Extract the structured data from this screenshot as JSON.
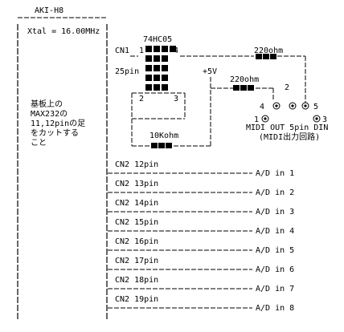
{
  "board": {
    "title": "AKI-H8",
    "xtal": "Xtal = 16.00MHz"
  },
  "ic": {
    "name": "74HC05",
    "pin1": "1",
    "pin4": "4",
    "pin2": "2",
    "pin3": "3"
  },
  "connector": {
    "cn1": "CN1",
    "pins25": "25pin"
  },
  "power": {
    "plus5v": "+5V"
  },
  "resistors": {
    "r220_top": "220ohm",
    "r220_mid": "220ohm",
    "r10k": "10Kohm"
  },
  "din": {
    "pin1": "1",
    "pin2": "2",
    "pin3": "3",
    "pin4": "4",
    "pin5": "5",
    "label": "MIDI OUT 5pin DIN",
    "label_jp": "(MIDI出力回路)"
  },
  "note_lines": [
    "基板上の",
    "MAX232の",
    "11,12pinの足",
    "をカットする",
    "こと"
  ],
  "ad_rows": [
    {
      "cn2": "CN2 12pin",
      "ad": "A/D in 1"
    },
    {
      "cn2": "CN2 13pin",
      "ad": "A/D in 2"
    },
    {
      "cn2": "CN2 14pin",
      "ad": "A/D in 3"
    },
    {
      "cn2": "CN2 15pin",
      "ad": "A/D in 4"
    },
    {
      "cn2": "CN2 16pin",
      "ad": "A/D in 5"
    },
    {
      "cn2": "CN2 17pin",
      "ad": "A/D in 6"
    },
    {
      "cn2": "CN2 18pin",
      "ad": "A/D in 7"
    },
    {
      "cn2": "CN2 19pin",
      "ad": "A/D in 8"
    }
  ]
}
